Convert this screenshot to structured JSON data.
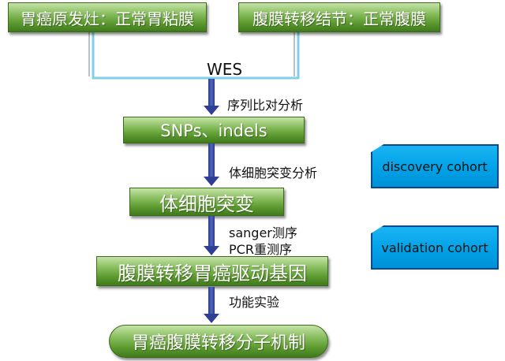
{
  "sources": {
    "primary": "胃癌原发灶：正常胃粘膜",
    "peritoneal": "腹膜转移结节：正常腹膜"
  },
  "merge_label": "WES",
  "steps": [
    {
      "arrow_label": "序列比对分析",
      "box": "SNPs、indels"
    },
    {
      "arrow_label": "体细胞突变分析",
      "box": "体细胞突变"
    },
    {
      "arrow_label_1": "sanger测序",
      "arrow_label_2": "PCR重测序",
      "box": "腹膜转移胃癌驱动基因"
    },
    {
      "arrow_label": "功能实验",
      "box": "胃癌腹膜转移分子机制"
    }
  ],
  "cohorts": {
    "discovery": "discovery cohort",
    "validation": "validation cohort"
  },
  "colors": {
    "box_green": "#5c9a2f",
    "connector_cyan": "#7fd0e8",
    "arrow_blue": "#2f3f95",
    "cohort_blue": "#00a0e6"
  }
}
